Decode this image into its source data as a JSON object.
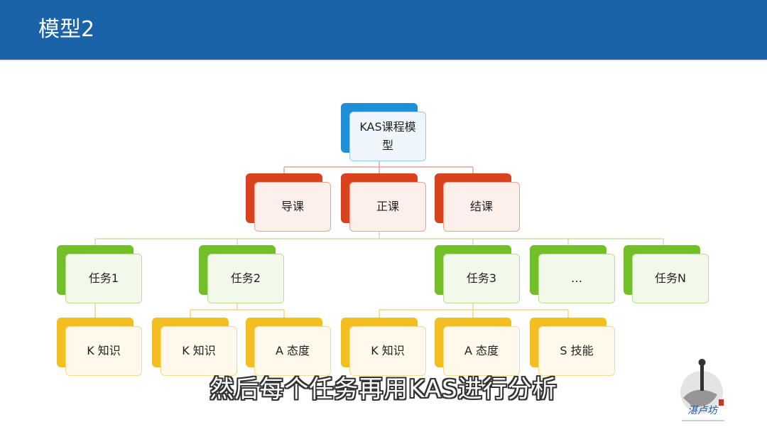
{
  "title": "模型2",
  "diagram": {
    "root": {
      "label_line1": "KAS课程模",
      "label_line2": "型"
    },
    "phases": [
      "导课",
      "正课",
      "结课"
    ],
    "tasks": [
      "任务1",
      "任务2",
      "任务3",
      "…",
      "任务N"
    ],
    "leaves": {
      "task1": [
        "K 知识"
      ],
      "task2": [
        "K 知识",
        "A 态度"
      ],
      "task3": [
        "K 知识",
        "A 态度",
        "S 技能"
      ]
    },
    "colors": {
      "root": "#1f8fd8",
      "phase": "#d8431e",
      "task": "#72bf2a",
      "leaf": "#f2be22"
    }
  },
  "subtitle": "然后每个任务再用KAS进行分析",
  "logo": {
    "icon": "ink-brush-logo",
    "text": "湛卢坊"
  }
}
